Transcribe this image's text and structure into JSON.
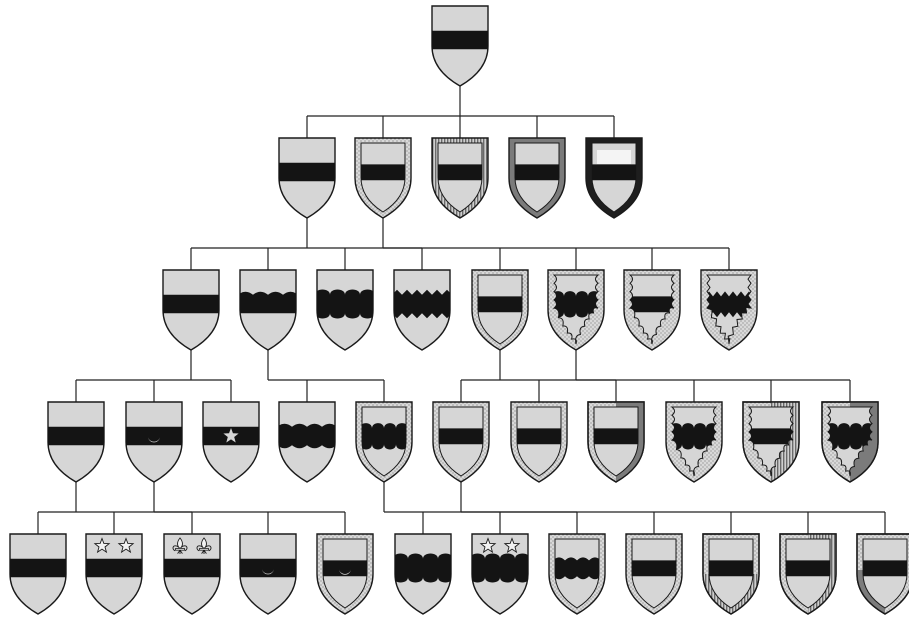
{
  "diagram": {
    "kind": "heraldic differencing tree",
    "colors": {
      "field": "#d6d6d6",
      "fess": "#141414",
      "outline": "#1a1a1a",
      "sable_bordure": "#1e1e1e",
      "gray_bordure": "#7b7b7b",
      "connector": "#222222"
    },
    "nodes": [
      {
        "id": "r",
        "row": 0,
        "fess": "plain",
        "charge": "none",
        "bordure": "none",
        "chief": "none"
      },
      {
        "id": "a1",
        "row": 1,
        "parent": "r",
        "fess": "plain",
        "charge": "none",
        "bordure": "none",
        "chief": "none"
      },
      {
        "id": "a2",
        "row": 1,
        "parent": "r",
        "fess": "plain",
        "charge": "none",
        "bordure": "dotted",
        "chief": "none"
      },
      {
        "id": "a3",
        "row": 1,
        "parent": "r",
        "fess": "plain",
        "charge": "none",
        "bordure": "hatched",
        "chief": "none"
      },
      {
        "id": "a4",
        "row": 1,
        "parent": "r",
        "fess": "plain",
        "charge": "none",
        "bordure": "gray",
        "chief": "none"
      },
      {
        "id": "a5",
        "row": 1,
        "parent": "r",
        "fess": "plain",
        "charge": "none",
        "bordure": "sable",
        "chief": "none"
      },
      {
        "id": "b1",
        "row": 2,
        "parent": "a1",
        "fess": "plain",
        "charge": "none",
        "bordure": "none",
        "chief": "none"
      },
      {
        "id": "b2",
        "row": 2,
        "parent": "a1",
        "fess": "wavy-top",
        "charge": "none",
        "bordure": "none",
        "chief": "none"
      },
      {
        "id": "b3",
        "row": 2,
        "parent": "a1",
        "fess": "nebuly",
        "charge": "none",
        "bordure": "none",
        "chief": "none"
      },
      {
        "id": "b4",
        "row": 2,
        "parent": "a1",
        "fess": "dancetty",
        "charge": "none",
        "bordure": "none",
        "chief": "none"
      },
      {
        "id": "b5",
        "row": 2,
        "parent": "a2",
        "fess": "plain",
        "charge": "none",
        "bordure": "dotted",
        "chief": "none"
      },
      {
        "id": "b6",
        "row": 2,
        "parent": "a2",
        "fess": "nebuly",
        "charge": "none",
        "bordure": "dotted-engrailed",
        "chief": "none"
      },
      {
        "id": "b7",
        "row": 2,
        "parent": "a2",
        "fess": "plain",
        "charge": "none",
        "bordure": "dotted-engrailed",
        "chief": "none"
      },
      {
        "id": "b8",
        "row": 2,
        "parent": "a2",
        "fess": "dancetty",
        "charge": "none",
        "bordure": "dotted-indented",
        "chief": "none"
      },
      {
        "id": "c1",
        "row": 3,
        "parent": "b1",
        "fess": "plain",
        "charge": "none",
        "bordure": "none",
        "chief": "none"
      },
      {
        "id": "c2",
        "row": 3,
        "parent": "b1",
        "fess": "plain",
        "charge": "crescent",
        "bordure": "none",
        "chief": "none"
      },
      {
        "id": "c3",
        "row": 3,
        "parent": "b1",
        "fess": "plain",
        "charge": "star",
        "bordure": "none",
        "chief": "none"
      },
      {
        "id": "c4",
        "row": 3,
        "parent": "b2",
        "fess": "wavy",
        "charge": "none",
        "bordure": "none",
        "chief": "none"
      },
      {
        "id": "c5",
        "row": 3,
        "parent": "b2",
        "fess": "nebuly",
        "charge": "none",
        "bordure": "dotted",
        "chief": "none"
      },
      {
        "id": "c6",
        "row": 3,
        "parent": "b5",
        "fess": "plain",
        "charge": "none",
        "bordure": "dotted",
        "chief": "none"
      },
      {
        "id": "c7",
        "row": 3,
        "parent": "b5",
        "fess": "plain",
        "charge": "none",
        "bordure": "dotted",
        "chief": "none"
      },
      {
        "id": "c8",
        "row": 3,
        "parent": "b5",
        "fess": "plain",
        "charge": "none",
        "bordure": "dotted-gray",
        "chief": "none"
      },
      {
        "id": "c9",
        "row": 3,
        "parent": "b6",
        "fess": "nebuly",
        "charge": "none",
        "bordure": "dotted-engrailed",
        "chief": "none"
      },
      {
        "id": "c10",
        "row": 3,
        "parent": "b6",
        "fess": "plain",
        "charge": "none",
        "bordure": "dotted-engrailed-hatched",
        "chief": "none"
      },
      {
        "id": "c11",
        "row": 3,
        "parent": "b6",
        "fess": "nebuly",
        "charge": "none",
        "bordure": "dotted-engrailed-gray",
        "chief": "none"
      },
      {
        "id": "d1",
        "row": 4,
        "parent": "c1",
        "fess": "plain",
        "charge": "none",
        "bordure": "none",
        "chief": "none"
      },
      {
        "id": "d2",
        "row": 4,
        "parent": "c1",
        "fess": "plain",
        "charge": "none",
        "bordure": "none",
        "chief": "stars"
      },
      {
        "id": "d3",
        "row": 4,
        "parent": "c1",
        "fess": "plain",
        "charge": "none",
        "bordure": "none",
        "chief": "fleurs"
      },
      {
        "id": "d4",
        "row": 4,
        "parent": "c2",
        "fess": "plain",
        "charge": "crescent",
        "bordure": "none",
        "chief": "none"
      },
      {
        "id": "d5",
        "row": 4,
        "parent": "c2",
        "fess": "plain",
        "charge": "crescent",
        "bordure": "dotted",
        "chief": "none"
      },
      {
        "id": "d6",
        "row": 4,
        "parent": "c5",
        "fess": "nebuly",
        "charge": "none",
        "bordure": "none",
        "chief": "none"
      },
      {
        "id": "d7",
        "row": 4,
        "parent": "c5",
        "fess": "nebuly",
        "charge": "none",
        "bordure": "none",
        "chief": "stars"
      },
      {
        "id": "d8",
        "row": 4,
        "parent": "c5",
        "fess": "wavy",
        "charge": "none",
        "bordure": "dotted",
        "chief": "none"
      },
      {
        "id": "d9",
        "row": 4,
        "parent": "c6",
        "fess": "plain",
        "charge": "none",
        "bordure": "dotted",
        "chief": "none"
      },
      {
        "id": "d10",
        "row": 4,
        "parent": "c6",
        "fess": "plain",
        "charge": "none",
        "bordure": "dotted-lower-hatched",
        "chief": "none"
      },
      {
        "id": "d11",
        "row": 4,
        "parent": "c6",
        "fess": "plain",
        "charge": "none",
        "bordure": "dotted-half-hatched",
        "chief": "none"
      },
      {
        "id": "d12",
        "row": 4,
        "parent": "c6",
        "fess": "plain",
        "charge": "none",
        "bordure": "dotted-quarter-gray",
        "chief": "none"
      }
    ]
  }
}
